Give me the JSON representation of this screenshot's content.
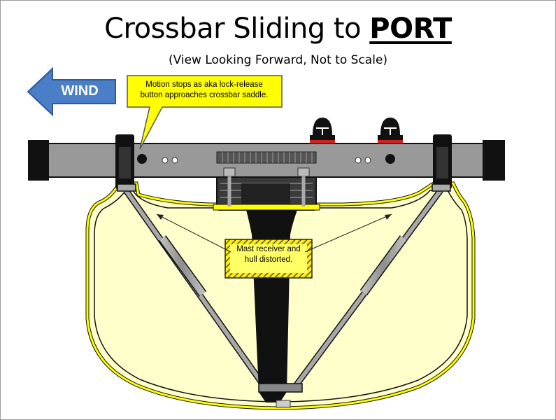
{
  "title": {
    "main": "Crossbar Sliding to ",
    "emphasis": "PORT"
  },
  "subtitle": "(View Looking Forward, Not to Scale)",
  "wind_arrow": {
    "label": "WIND",
    "direction": "left",
    "color": "#4a7ec6"
  },
  "callout": {
    "line1": "Motion stops as aka lock-release",
    "line2": "button approaches crossbar saddle.",
    "color": "#ffff00"
  },
  "note": {
    "line1": "Mast receiver and",
    "line2": "hull distorted.",
    "color": "#ffff66"
  },
  "colors": {
    "crossbar": "#999999",
    "hull_fill": "#ffffcc",
    "hull_outline": "#ffff00",
    "mast": "#111111",
    "strut": "#aaaaaa"
  }
}
